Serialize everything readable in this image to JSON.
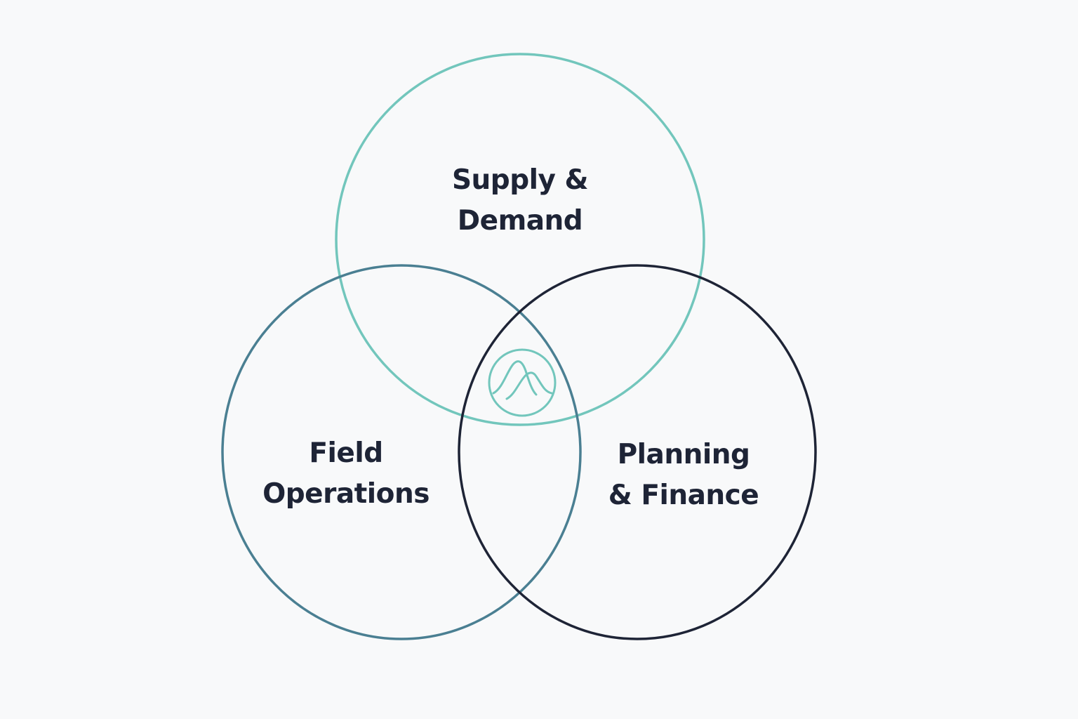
{
  "diagram": {
    "type": "venn",
    "background": "#f8f9fa",
    "text_color": "#1e2436",
    "sets": [
      {
        "id": "supply-demand",
        "label_lines": [
          "Supply &",
          "Demand"
        ],
        "stroke": "#72c6bc"
      },
      {
        "id": "field-operations",
        "label_lines": [
          "Field",
          "Operations"
        ],
        "stroke": "#4a7f92"
      },
      {
        "id": "planning-finance",
        "label_lines": [
          "Planning",
          "& Finance"
        ],
        "stroke": "#1e2436"
      }
    ],
    "center_icon": {
      "name": "mountain-logo-icon",
      "stroke": "#72c6bc"
    }
  }
}
